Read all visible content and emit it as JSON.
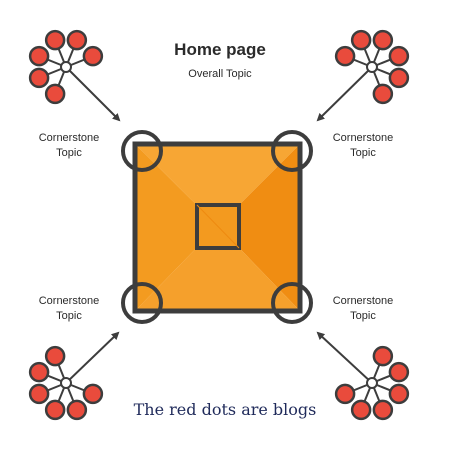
{
  "title": "Home page",
  "subtitle": "Overall Topic",
  "corners": [
    {
      "line1": "Cornerstone",
      "line2": "Topic"
    },
    {
      "line1": "Cornerstone",
      "line2": "Topic"
    },
    {
      "line1": "Cornerstone",
      "line2": "Topic"
    },
    {
      "line1": "Cornerstone",
      "line2": "Topic"
    }
  ],
  "caption": "The red dots are blogs",
  "colors": {
    "pyramid_light": "#f7a634",
    "pyramid_dark": "#f08d12",
    "outline": "#3d3d3d",
    "dot_fill": "#e94b3c",
    "caption": "#1f2a5a"
  }
}
